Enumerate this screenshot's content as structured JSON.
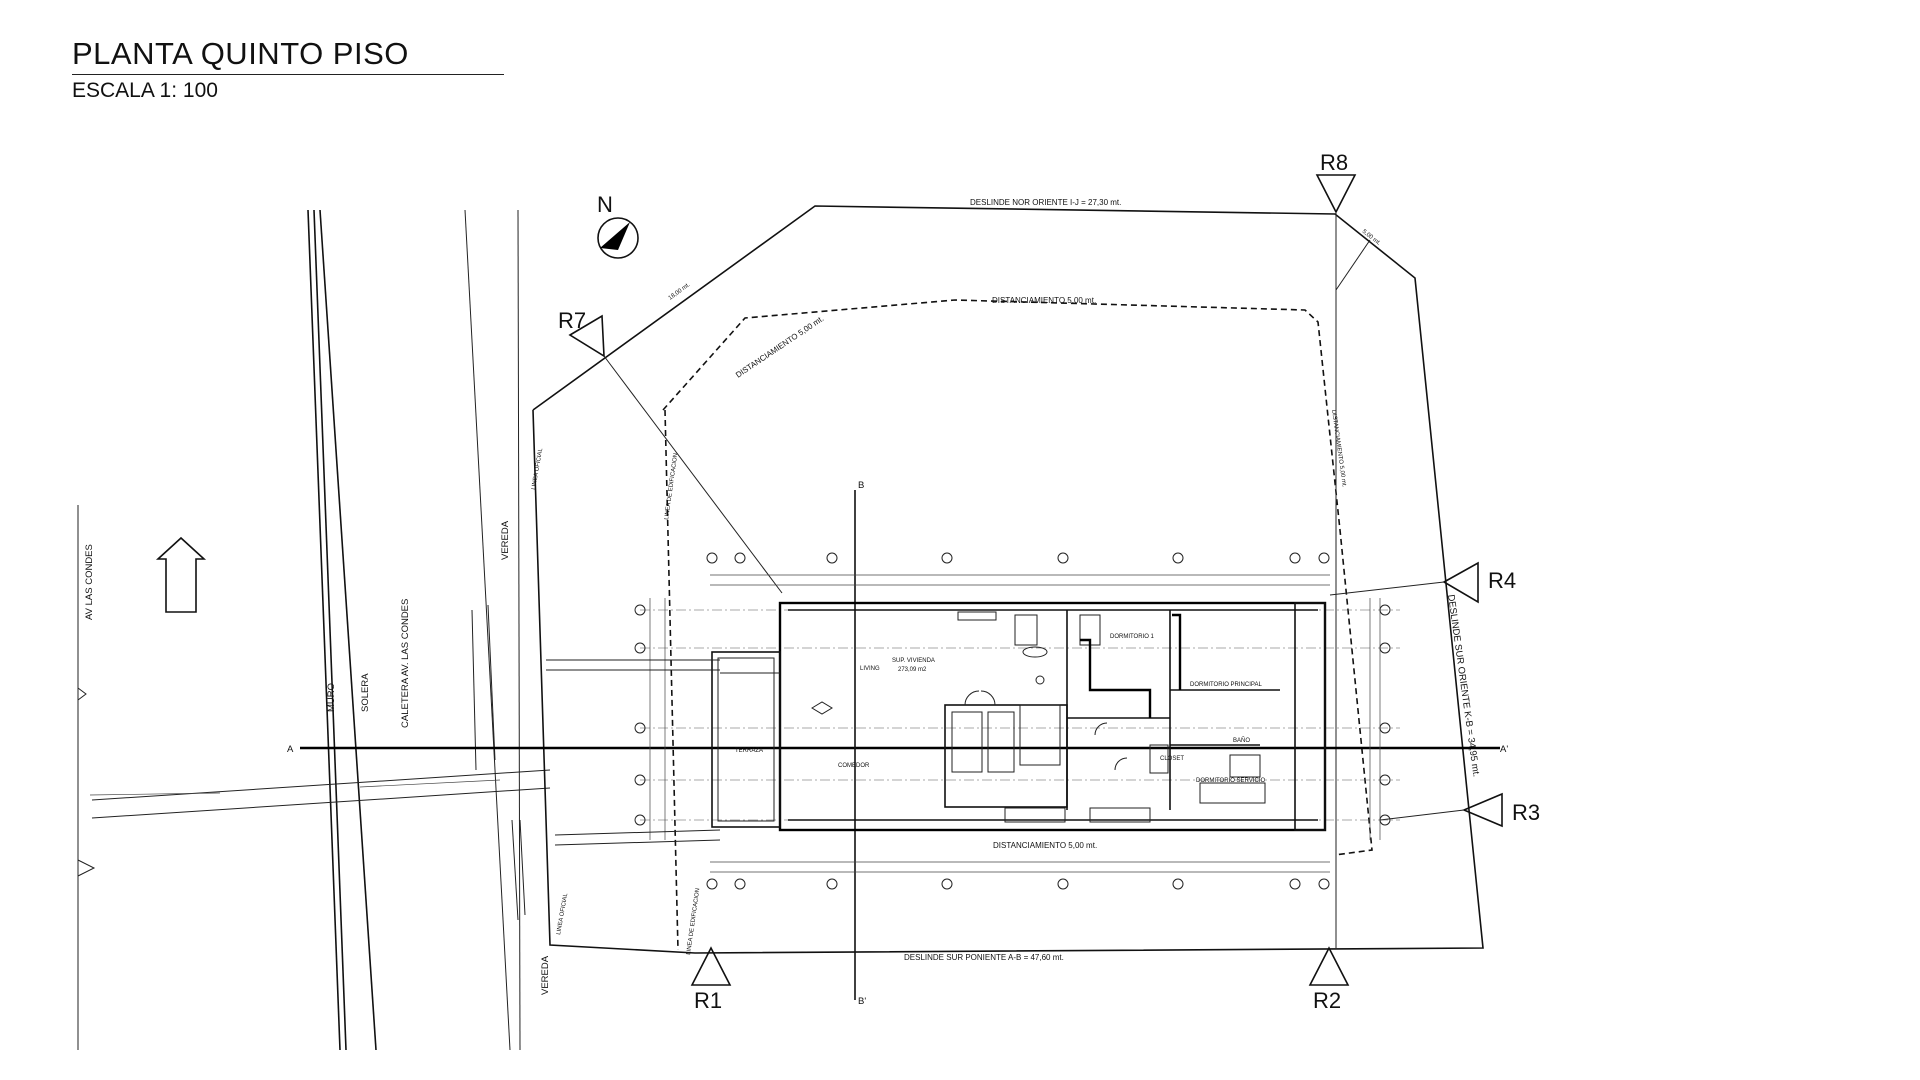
{
  "header": {
    "title": "PLANTA QUINTO PISO",
    "scale": "ESCALA 1: 100"
  },
  "north": {
    "label": "N"
  },
  "markers": {
    "r1": "R1",
    "r2": "R2",
    "r3": "R3",
    "r4": "R4",
    "r7": "R7",
    "r8": "R8"
  },
  "cuts": {
    "a": "A",
    "a_prime": "A'",
    "b": "B",
    "b_prime": "B'"
  },
  "boundaries": {
    "nor_oriente": "DESLINDE NOR ORIENTE I-J = 27,30 mt.",
    "sur_poniente": "DESLINDE SUR PONIENTE A-B = 47,60 mt.",
    "sur_oriente": "DESLINDE SUR ORIENTE K-B = 34,95 mt.",
    "dim_18": "18,00 mt.",
    "dim_5": "5,00 mt."
  },
  "setbacks": {
    "top": "DISTANCIAMIENTO 5,00 mt.",
    "diagonal": "DISTANCIAMIENTO 5,00 mt.",
    "right": "DISTANCIAMIENTO 5,00 mt.",
    "bottom": "DISTANCIAMIENTO 5,00 mt."
  },
  "lines": {
    "oficial_top": "LINEA OFICIAL",
    "oficial_bottom": "LINEA OFICIAL",
    "edificacion_top": "LINEA DE EDIFICACION",
    "edificacion_bottom": "LINEA DE EDIFICACION"
  },
  "street": {
    "av": "AV LAS CONDES",
    "muro": "MURO",
    "solera": "SOLERA",
    "caletera": "CALETERA AV. LAS CONDES",
    "vereda_top": "VEREDA",
    "vereda_bottom": "VEREDA"
  },
  "rooms": {
    "sup": "SUP. VIVIENDA",
    "area": "273,09 m2",
    "living": "LIVING",
    "comedor": "COMEDOR",
    "terraza": "TERRAZA",
    "dormitorio1": "DORMITORIO 1",
    "dormitorio_principal": "DORMITORIO PRINCIPAL",
    "dormitorio_servicio": "DORMITORIO SERVICIO",
    "bano": "BAÑO",
    "closet": "CLOSET"
  }
}
